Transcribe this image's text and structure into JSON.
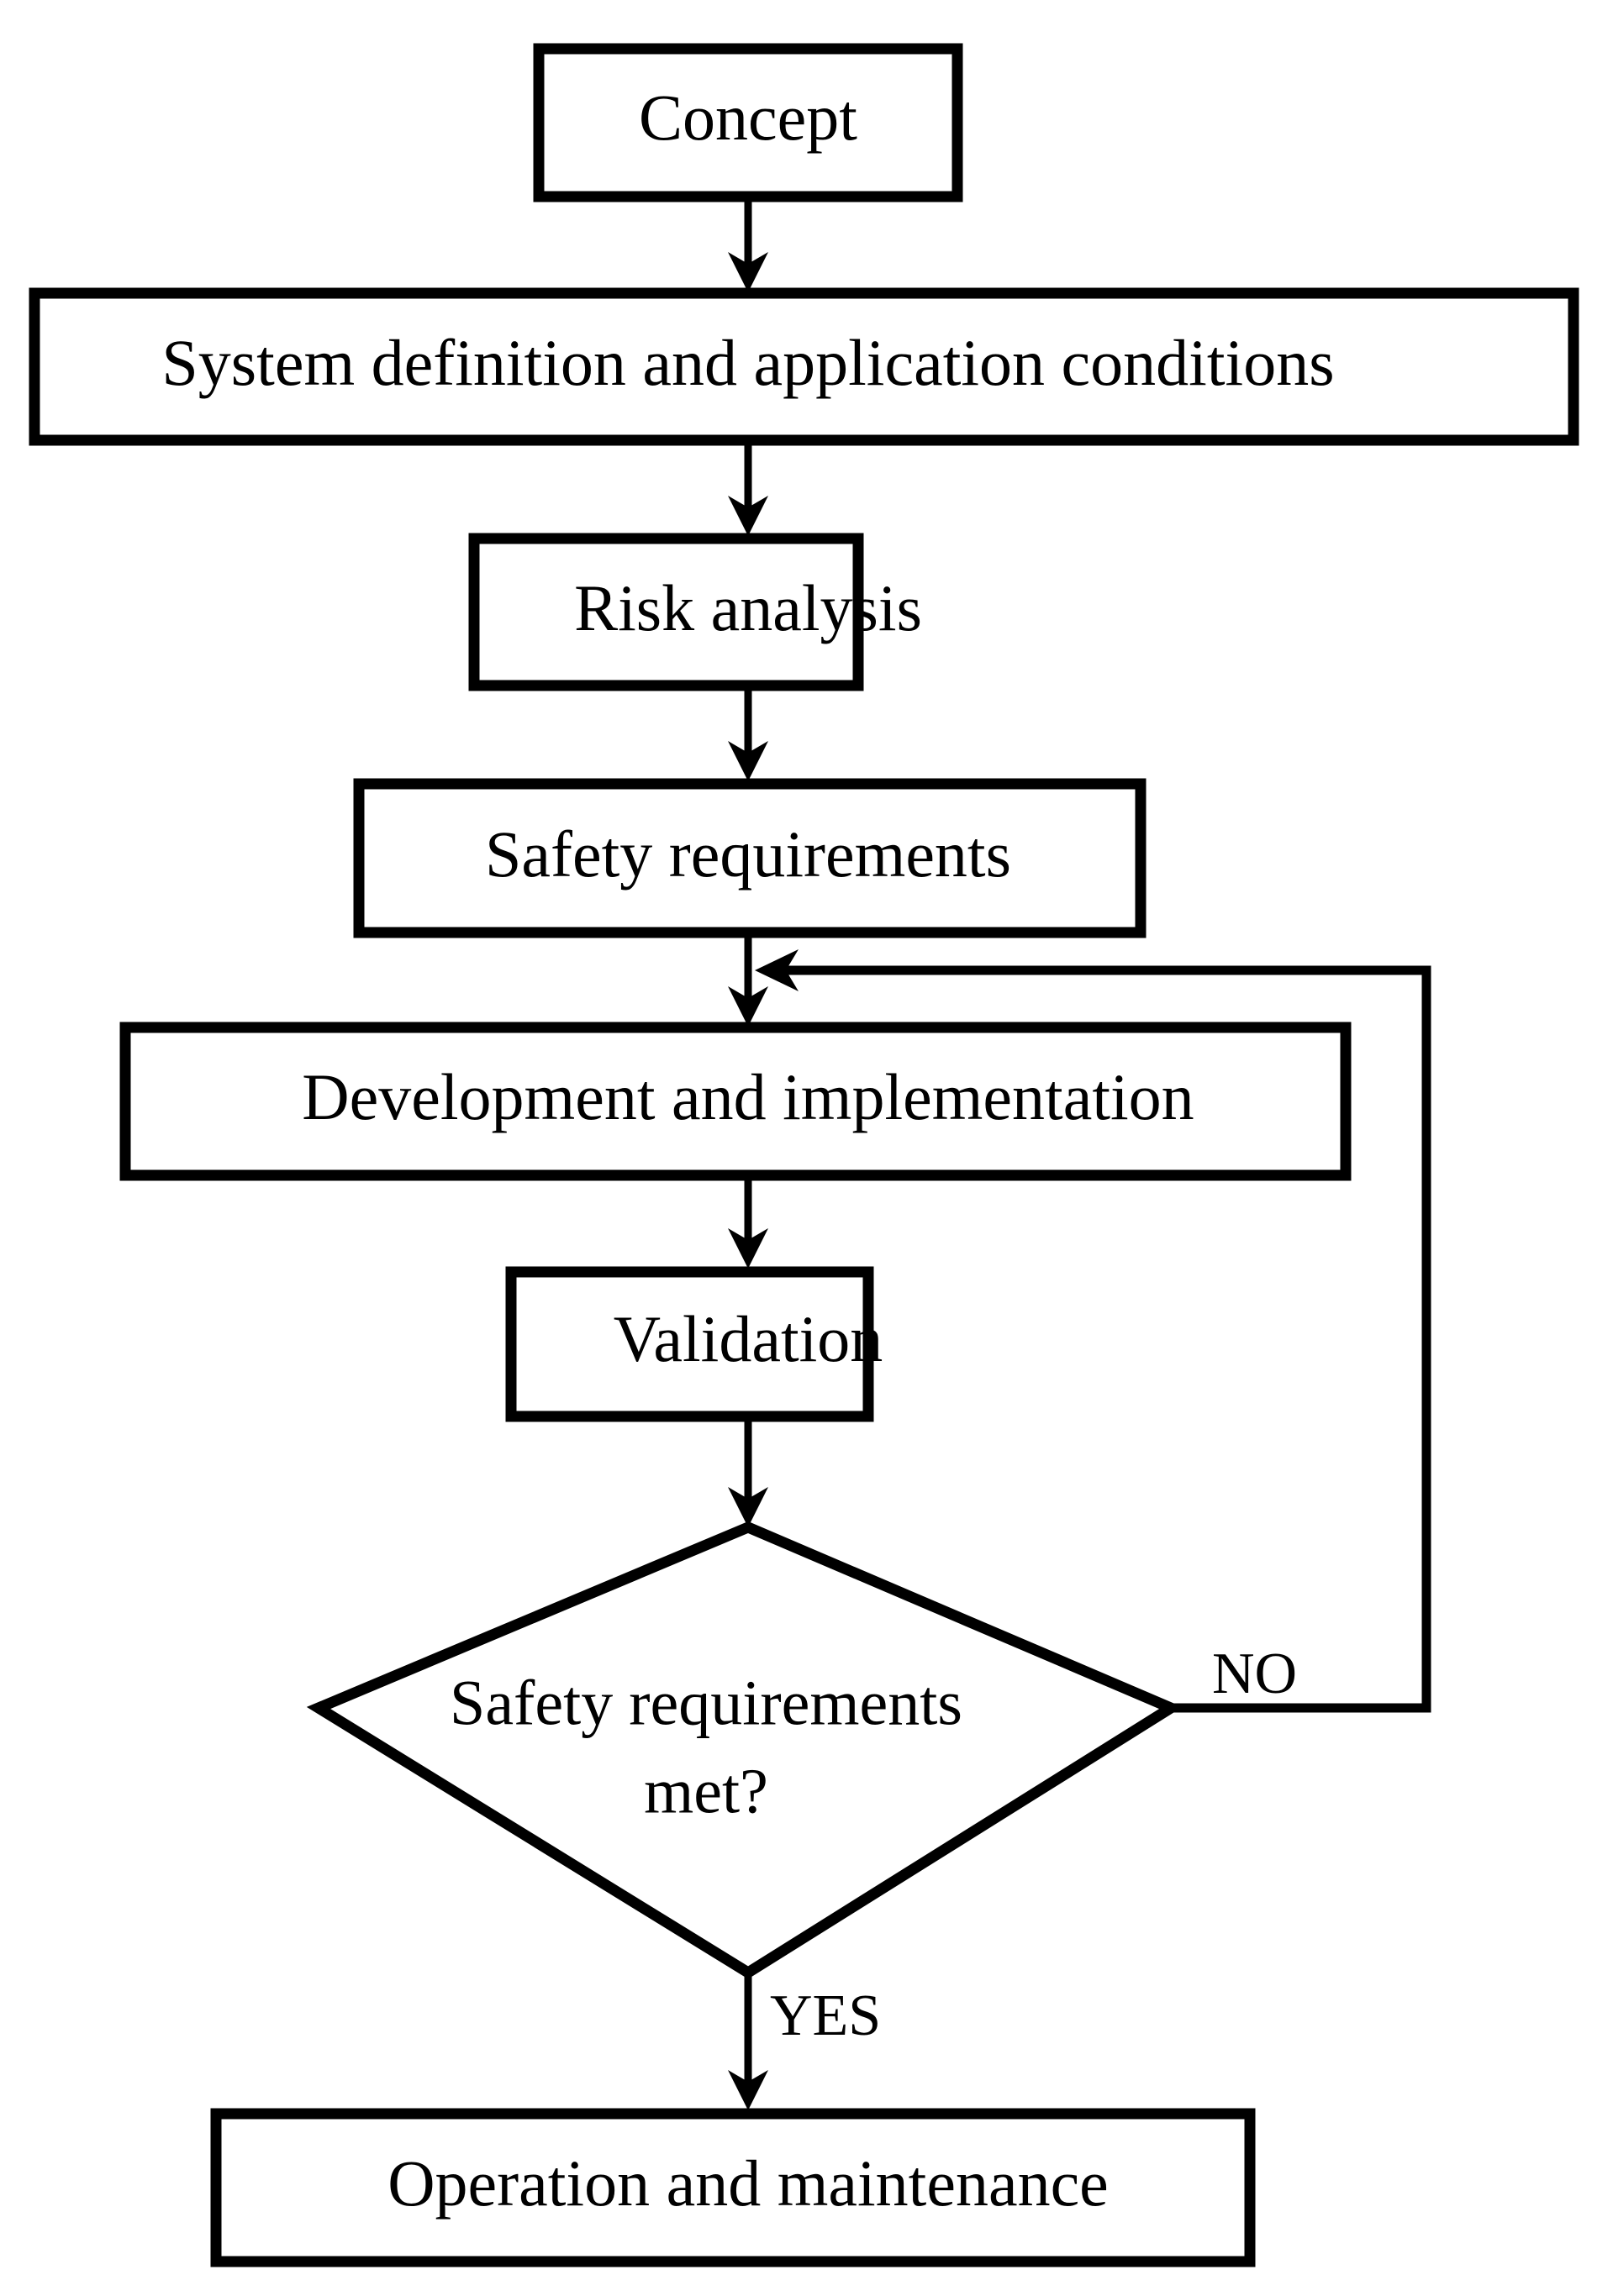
{
  "diagram": {
    "title": "Safety lifecycle flowchart",
    "type": "flowchart",
    "background_color": "#ffffff",
    "line_color": "#000000",
    "text_color": "#000000",
    "nodes": [
      {
        "id": "concept",
        "shape": "rectangle",
        "label": "Concept"
      },
      {
        "id": "sysdef",
        "shape": "rectangle",
        "label": "System definition and application conditions"
      },
      {
        "id": "risk",
        "shape": "rectangle",
        "label": "Risk analysis"
      },
      {
        "id": "safetyreq",
        "shape": "rectangle",
        "label": "Safety requirements"
      },
      {
        "id": "develop",
        "shape": "rectangle",
        "label": "Development and implementation"
      },
      {
        "id": "validation",
        "shape": "rectangle",
        "label": "Validation"
      },
      {
        "id": "decision",
        "shape": "diamond",
        "label_line1": "Safety requirements",
        "label_line2": "met?"
      },
      {
        "id": "operation",
        "shape": "rectangle",
        "label": "Operation and maintenance"
      }
    ],
    "edges": [
      {
        "from": "concept",
        "to": "sysdef",
        "label": ""
      },
      {
        "from": "sysdef",
        "to": "risk",
        "label": ""
      },
      {
        "from": "risk",
        "to": "safetyreq",
        "label": ""
      },
      {
        "from": "safetyreq",
        "to": "develop",
        "label": ""
      },
      {
        "from": "develop",
        "to": "validation",
        "label": ""
      },
      {
        "from": "validation",
        "to": "decision",
        "label": ""
      },
      {
        "from": "decision",
        "to": "develop",
        "label": "NO"
      },
      {
        "from": "decision",
        "to": "operation",
        "label": "YES"
      }
    ],
    "edge_labels": {
      "no": "NO",
      "yes": "YES"
    }
  }
}
